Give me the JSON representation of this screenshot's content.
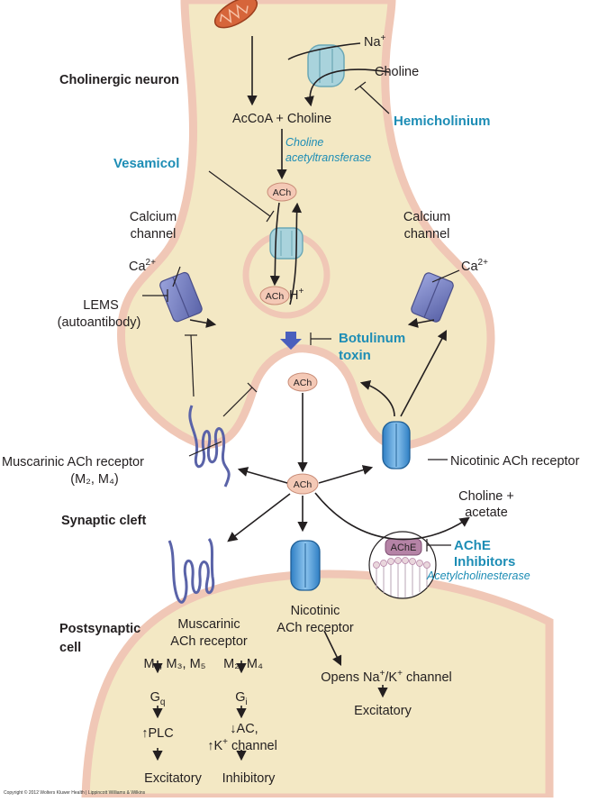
{
  "regions": {
    "presynaptic": "Cholinergic neuron",
    "cleft": "Synaptic cleft",
    "postsynaptic_line1": "Postsynaptic",
    "postsynaptic_line2": "cell"
  },
  "synthesis": {
    "na": "Na",
    "na_sup": "+",
    "choline_in": "Choline",
    "reaction": "AcCoA + Choline",
    "enzyme_line1": "Choline",
    "enzyme_line2": "acetyltransferase",
    "ach_cytosol": "ACh",
    "ach_vesicle": "ACh",
    "h_plus": "H",
    "h_sup": "+"
  },
  "drugs": {
    "hemicholinium": "Hemicholinium",
    "vesamicol": "Vesamicol",
    "botulinum_line1": "Botulinum",
    "botulinum_line2": "toxin",
    "ache_inhib_line1": "AChE",
    "ache_inhib_line2": "Inhibitors",
    "lems_line1": "LEMS",
    "lems_line2": "(autoantibody)"
  },
  "channels": {
    "calcium_left_line1": "Calcium",
    "calcium_left_line2": "channel",
    "calcium_right_line1": "Calcium",
    "calcium_right_line2": "channel",
    "ca_left": "Ca",
    "ca_right": "Ca",
    "ca_sup": "2+"
  },
  "release": {
    "ach_fusing": "ACh",
    "ach_cleft": "ACh"
  },
  "pre_receptors": {
    "muscarinic_line1": "Muscarinic ACh receptor",
    "muscarinic_line2": "(M₂, M₄)",
    "nicotinic": "Nicotinic ACh receptor"
  },
  "degradation": {
    "products_line1": "Choline +",
    "products_line2": "acetate",
    "ache": "AChE",
    "enzyme": "Acetylcholinesterase"
  },
  "post_receptors": {
    "muscarinic_line1": "Muscarinic",
    "muscarinic_line2": "ACh receptor",
    "nicotinic_line1": "Nicotinic",
    "nicotinic_line2": "ACh receptor"
  },
  "pathways": {
    "gq_subtypes": "M₁, M₃, M₅",
    "gq_g": "G",
    "gq_sub": "q",
    "gq_effect": "↑PLC",
    "gq_result": "Excitatory",
    "gi_subtypes": "M₂, M₄",
    "gi_g": "G",
    "gi_sub": "i",
    "gi_effect1": "↓AC,",
    "gi_effect2a": "↑K",
    "gi_effect2_sup": "+",
    "gi_effect2b": " channel",
    "gi_result": "Inhibitory",
    "nic_opens_a": "Opens Na",
    "nic_opens_sup1": "+",
    "nic_opens_b": "/K",
    "nic_opens_sup2": "+",
    "nic_opens_c": " channel",
    "nic_result": "Excitatory"
  },
  "copyright": "Copyright © 2012 Wolters Kluwer Health | Lippincott Williams & Wilkins",
  "colors": {
    "cell_fill": "#f3e8c4",
    "membrane": "#f0c7b6",
    "drug_text": "#1d8db5",
    "transporter": "#a9d3dc",
    "calcium_channel": "#7e86c7",
    "receptor_blue": "#5b9bd5",
    "ache_purple": "#b583a6"
  }
}
